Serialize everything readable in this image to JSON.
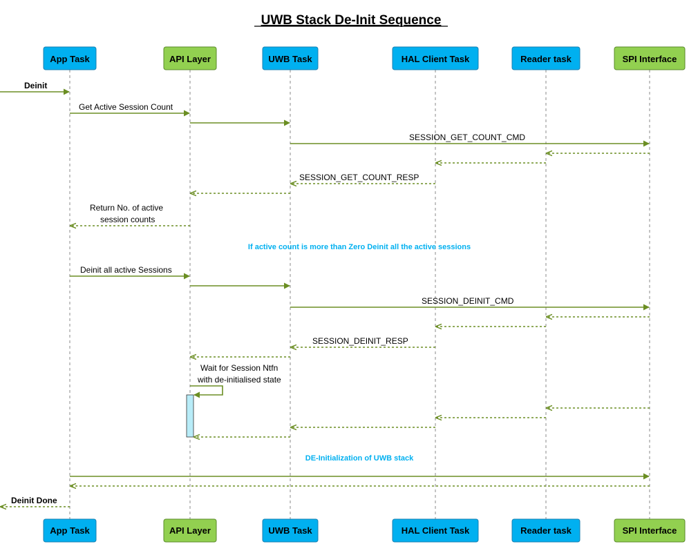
{
  "title": "UWB Stack De-Init Sequence",
  "colors": {
    "blue_participant": "#00b0f0",
    "green_participant": "#92d050",
    "arrow": "#6b8e23",
    "note_text": "#00b0f0",
    "activation": "#b8ecf8"
  },
  "participants": [
    {
      "name": "App Task",
      "color": "blue"
    },
    {
      "name": "API Layer",
      "color": "green"
    },
    {
      "name": "UWB Task",
      "color": "blue"
    },
    {
      "name": "HAL Client Task",
      "color": "blue"
    },
    {
      "name": "Reader task",
      "color": "blue"
    },
    {
      "name": "SPI Interface",
      "color": "green"
    }
  ],
  "messages": {
    "deinit": "Deinit",
    "get_count": "Get Active Session Count",
    "get_count_cmd": "SESSION_GET_COUNT_CMD",
    "get_count_resp": "SESSION_GET_COUNT_RESP",
    "return_line1": "Return No. of active",
    "return_line2": "session counts",
    "deinit_all": "Deinit all active Sessions",
    "deinit_cmd": "SESSION_DEINIT_CMD",
    "deinit_resp": "SESSION_DEINIT_RESP",
    "wait_line1": "Wait for Session Ntfn",
    "wait_line2": "with de-initialised state",
    "deinit_done": "Deinit Done"
  },
  "notes": {
    "active_count": "If active count is more than Zero Deinit all the active sessions",
    "deinitialization": "DE-Initialization of UWB stack"
  }
}
